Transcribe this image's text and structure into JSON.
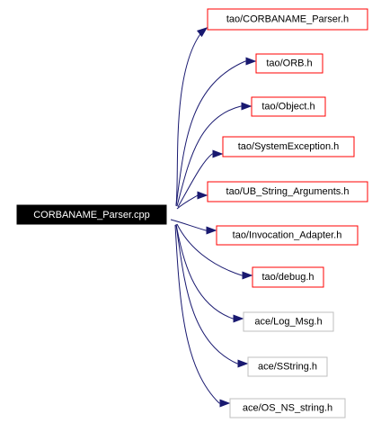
{
  "root": {
    "label": "CORBANAME_Parser.cpp",
    "fill": "#000000",
    "text_color": "#ffffff"
  },
  "headers": [
    {
      "label": "tao/CORBANAME_Parser.h",
      "border": "#ff0000"
    },
    {
      "label": "tao/ORB.h",
      "border": "#ff0000"
    },
    {
      "label": "tao/Object.h",
      "border": "#ff0000"
    },
    {
      "label": "tao/SystemException.h",
      "border": "#ff0000"
    },
    {
      "label": "tao/UB_String_Arguments.h",
      "border": "#ff0000"
    },
    {
      "label": "tao/Invocation_Adapter.h",
      "border": "#ff0000"
    },
    {
      "label": "tao/debug.h",
      "border": "#ff0000"
    },
    {
      "label": "ace/Log_Msg.h",
      "border": "#bfbfbf"
    },
    {
      "label": "ace/SString.h",
      "border": "#bfbfbf"
    },
    {
      "label": "ace/OS_NS_string.h",
      "border": "#bfbfbf"
    }
  ],
  "colors": {
    "edge": "#191970",
    "node_text": "#000000"
  }
}
